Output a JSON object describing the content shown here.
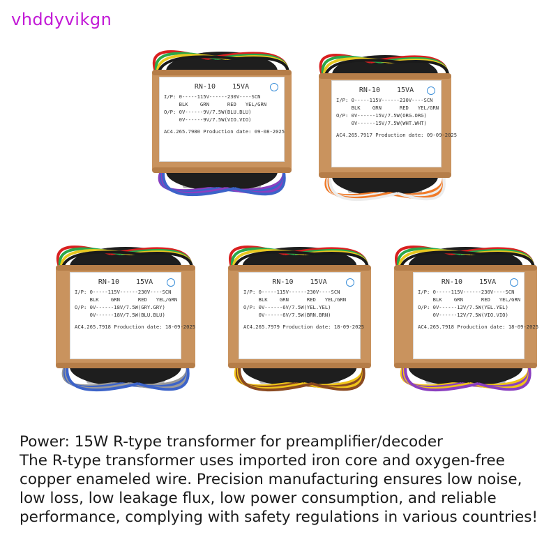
{
  "brand": "vhddyvikgn",
  "transformers": [
    {
      "model": "RN-10",
      "rating": "15VA",
      "line1": "I/P: 0-----115V------230V----SCN",
      "line2": "     BLK    GRN      RED   YEL/GRN",
      "line3": "O/P: 0V------9V/7.5W(BLU.BLU)",
      "line4": "     0V------9V/7.5W(VIO.VIO)",
      "line5": "AC4.265.7980 Production date: 09-08-2025",
      "wire_colors": [
        "#8a3fc0",
        "#3c63c9",
        "#8a3fc0",
        "#3c63c9"
      ]
    },
    {
      "model": "RN-10",
      "rating": "15VA",
      "line1": "I/P: 0-----115V------230V----SCN",
      "line2": "     BLK    GRN      RED   YEL/GRN",
      "line3": "O/P: 0V------15V/7.5W(ORG.ORG)",
      "line4": "     0V------15V/7.5W(WHT.WHT)",
      "line5": "AC4.265.7917 Production date: 09-09-2025",
      "wire_colors": [
        "#f07a28",
        "#ececec",
        "#f07a28",
        "#ececec"
      ]
    },
    {
      "model": "RN-10",
      "rating": "15VA",
      "line1": "I/P: 0-----115V------230V----SCN",
      "line2": "     BLK    GRN      RED   YEL/GRN",
      "line3": "O/P: 0V------18V/7.5W(GRY.GRY)",
      "line4": "     0V------18V/7.5W(BLU.BLU)",
      "line5": "AC4.265.7918 Production date: 18-09-2025",
      "wire_colors": [
        "#9a9a9a",
        "#3c63c9",
        "#9a9a9a",
        "#3c63c9"
      ]
    },
    {
      "model": "RN-10",
      "rating": "15VA",
      "line1": "I/P: 0-----115V------230V----SCN",
      "line2": "     BLK    GRN      RED   YEL/GRN",
      "line3": "O/P: 0V------6V/7.5W(YEL.YEL)",
      "line4": "     0V------6V/7.5W(BRN.BRN)",
      "line5": "AC4.265.7979 Production date: 18-09-2025",
      "wire_colors": [
        "#f0c419",
        "#8a4a22",
        "#f0c419",
        "#8a4a22"
      ]
    },
    {
      "model": "RN-10",
      "rating": "15VA",
      "line1": "I/P: 0-----115V------230V----SCN",
      "line2": "     BLK    GRN      RED   YEL/GRN",
      "line3": "O/P: 0V------12V/7.5W(YEL.YEL)",
      "line4": "     0V------12V/7.5W(VIO.VIO)",
      "line5": "AC4.265.7918 Production date: 18-09-2025",
      "wire_colors": [
        "#f0c419",
        "#8a3fc0",
        "#f0c419",
        "#8a3fc0"
      ]
    }
  ],
  "description": {
    "line1": "Power: 15W R-type transformer for preamplifier/decoder",
    "line2": "The R-type transformer uses imported iron core and oxygen-free",
    "line3": "copper enameled wire. Precision manufacturing ensures low noise,",
    "line4": "low loss, low leakage flux, low power consumption, and reliable",
    "line5": "performance, complying with safety regulations in various countries!"
  },
  "colors": {
    "brand": "#c21ad6",
    "kraft_paper": "#c9935e",
    "core": "#1e1e1e",
    "bracket": "#b8b8b8",
    "input_wires": [
      "#d92020",
      "#2aa84a",
      "#e8c820",
      "#1a1a1a"
    ]
  }
}
